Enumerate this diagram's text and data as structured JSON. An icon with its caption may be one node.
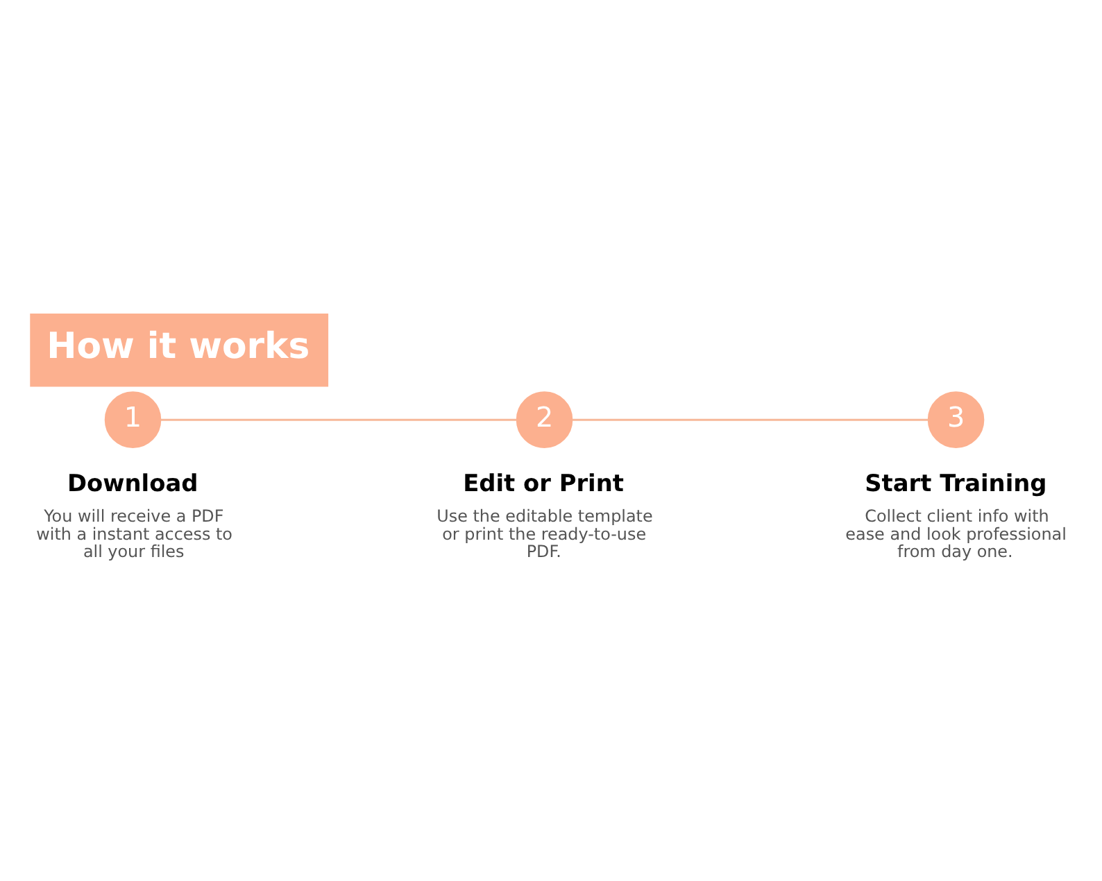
{
  "diagram": {
    "title": "How it works",
    "nodes": [
      {
        "text": [
          "1"
        ],
        "beside": [
          "Download",
          "You will receive a PDF with a instant access to all your files"
        ]
      },
      {
        "text": [
          "2"
        ],
        "beside": [
          "Edit or Print",
          "Use the editable template or print the ready-to-use PDF."
        ]
      },
      {
        "text": [
          "3"
        ],
        "beside": [
          "Start Training",
          "Collect client info with ease and look professional from day one."
        ]
      }
    ],
    "edges": [
      {
        "from": 0,
        "to": 1,
        "arrow": "none"
      },
      {
        "from": 1,
        "to": 2,
        "arrow": "none"
      }
    ]
  }
}
